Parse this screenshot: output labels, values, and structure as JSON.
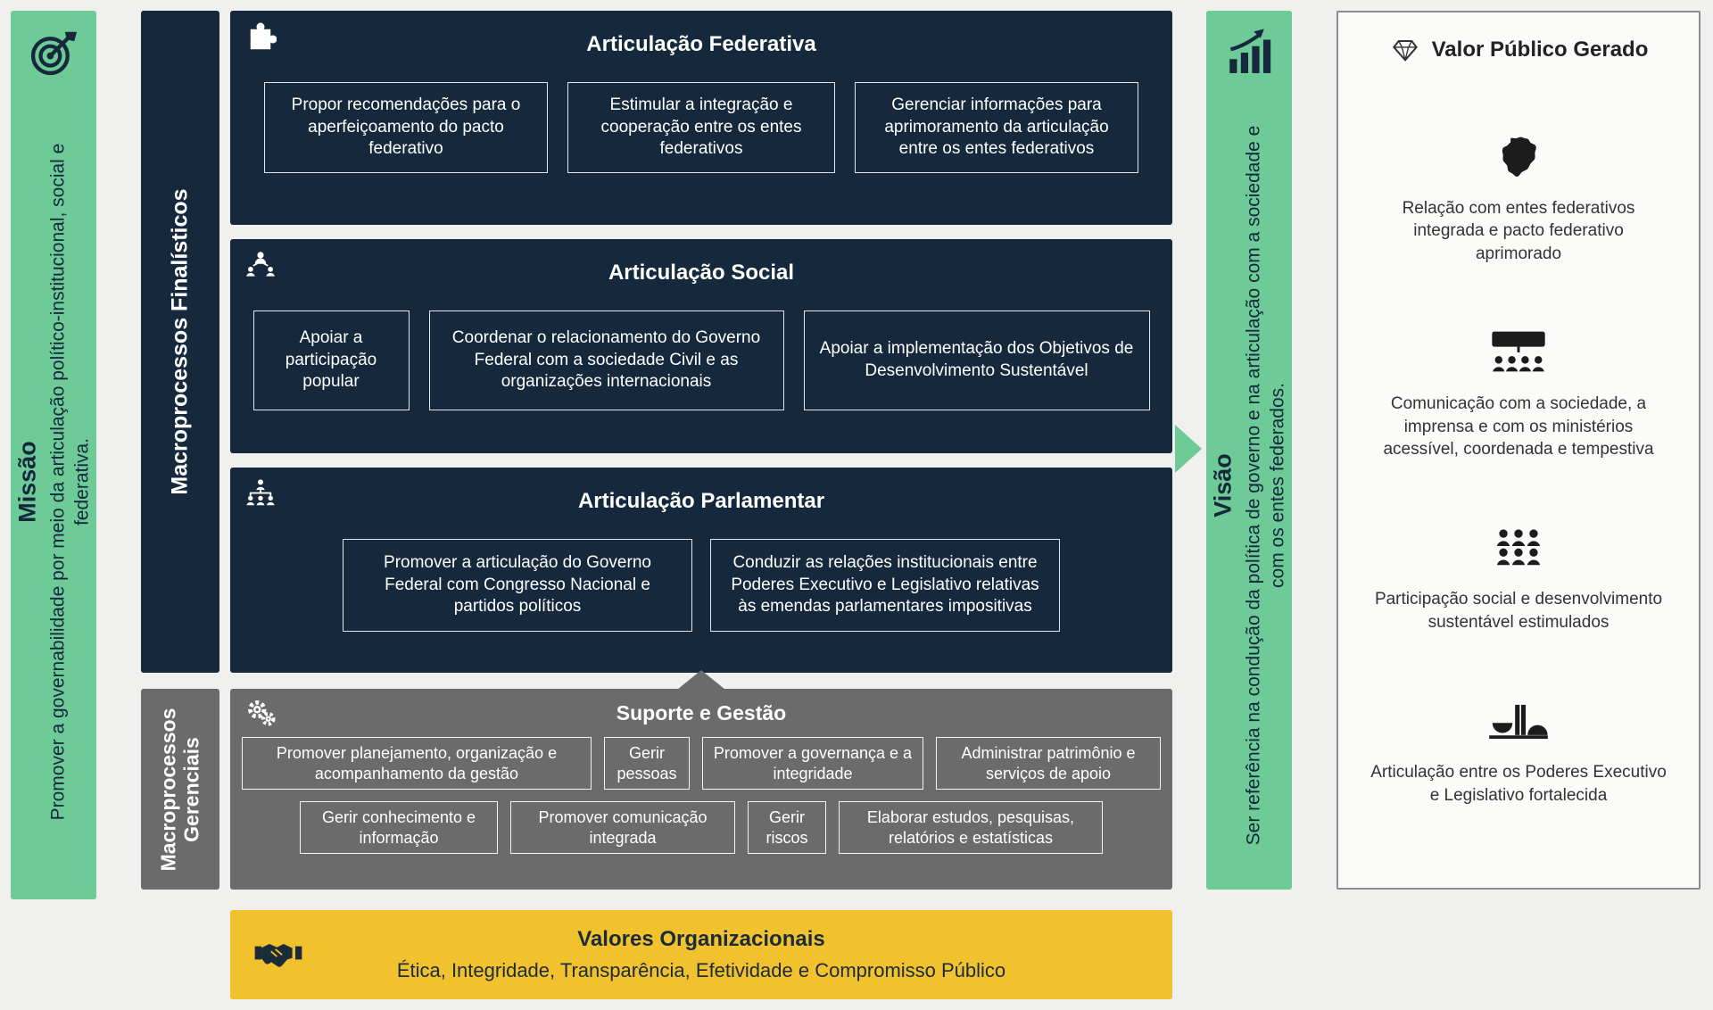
{
  "colors": {
    "green": "#6ecb97",
    "navy": "#16293c",
    "gray": "#6b6b6b",
    "yellow": "#f2c12e",
    "background": "#f0f0ee"
  },
  "mission": {
    "title": "Missão",
    "text": "Promover a governabilidade por meio da articulação político-institucional, social e federativa.",
    "icon": "target-icon"
  },
  "macro_labels": {
    "finalistic": "Macroprocessos Finalísticos",
    "managerial": "Macroprocessos Gerenciais"
  },
  "macroprocesses": [
    {
      "title": "Articulação Federativa",
      "icon": "puzzle-icon",
      "items": [
        "Propor recomendações para o aperfeiçoamento do pacto federativo",
        "Estimular a integração e cooperação entre os entes federativos",
        "Gerenciar informações para aprimoramento da articulação entre os entes federativos"
      ]
    },
    {
      "title": "Articulação Social",
      "icon": "social-network-icon",
      "items": [
        "Apoiar a participação popular",
        "Coordenar o relacionamento do Governo Federal com a sociedade Civil e as organizações internacionais",
        "Apoiar a implementação dos Objetivos de Desenvolvimento Sustentável"
      ]
    },
    {
      "title": "Articulação Parlamentar",
      "icon": "hierarchy-icon",
      "items": [
        "Promover a articulação do Governo Federal com Congresso Nacional e partidos políticos",
        "Conduzir as relações institucionais entre Poderes Executivo e Legislativo relativas às emendas parlamentares impositivas"
      ]
    }
  ],
  "support": {
    "title": "Suporte e Gestão",
    "icon": "gears-icon",
    "rows": [
      [
        "Promover planejamento, organização e acompanhamento da gestão",
        "Gerir pessoas",
        "Promover a governança e a integridade",
        "Administrar patrimônio e serviços de apoio"
      ],
      [
        "Gerir conhecimento e informação",
        "Promover comunicação integrada",
        "Gerir riscos",
        "Elaborar estudos, pesquisas, relatórios e estatísticas"
      ]
    ]
  },
  "values": {
    "title": "Valores Organizacionais",
    "text": "Ética, Integridade, Transparência, Efetividade e Compromisso Público",
    "icon": "handshake-icon"
  },
  "vision": {
    "title": "Visão",
    "text": "Ser referência na condução da política de governo e na articulação com a sociedade e com os entes federados.",
    "icon": "growth-chart-icon"
  },
  "public_value": {
    "title": "Valor Público Gerado",
    "icon": "diamond-icon",
    "items": [
      {
        "icon": "brazil-map-icon",
        "text": "Relação com entes federativos integrada e pacto federativo aprimorado"
      },
      {
        "icon": "audience-communication-icon",
        "text": "Comunicação com a sociedade, a imprensa e com os ministérios acessível, coordenada e tempestiva"
      },
      {
        "icon": "people-group-icon",
        "text": "Participação social e desenvolvimento sustentável estimulados"
      },
      {
        "icon": "congress-building-icon",
        "text": "Articulação entre os Poderes Executivo e Legislativo fortalecida"
      }
    ]
  }
}
